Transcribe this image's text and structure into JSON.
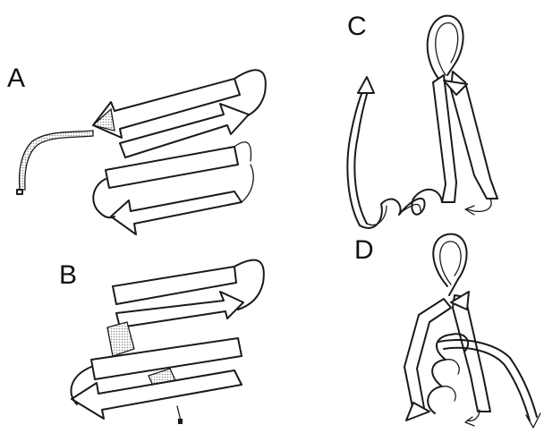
{
  "panels": {
    "a": {
      "label": "A"
    },
    "b": {
      "label": "B"
    },
    "c": {
      "label": "C"
    },
    "d": {
      "label": "D"
    }
  },
  "colors": {
    "ink": "#1a1a1a",
    "background": "#ffffff",
    "stipple": "#9a9a9a"
  }
}
